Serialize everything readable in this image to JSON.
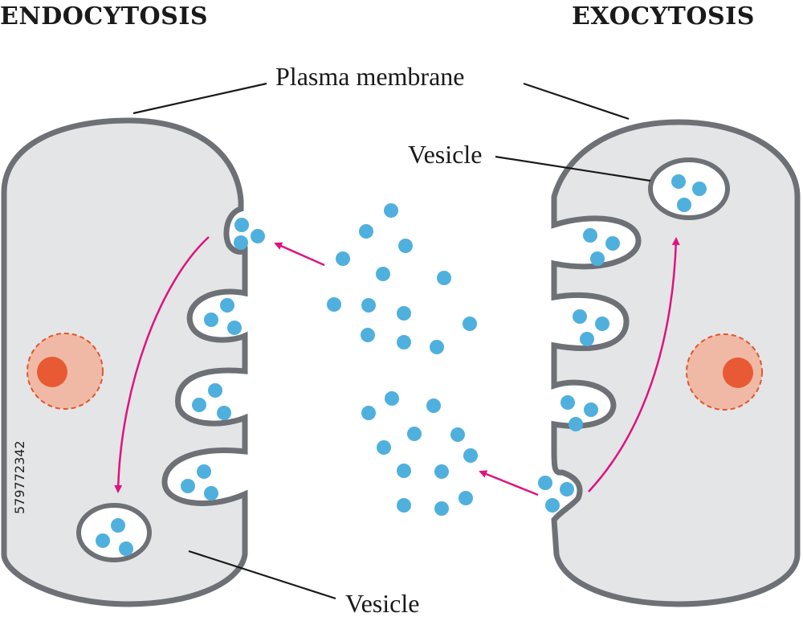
{
  "titles": {
    "left": "ENDOCYTOSIS",
    "right": "EXOCYTOSIS"
  },
  "labels": {
    "plasma_membrane": "Plasma membrane",
    "vesicle_top_right": "Vesicle",
    "vesicle_bottom": "Vesicle"
  },
  "watermark": "579772342",
  "colors": {
    "cell_fill": "#e4e5e7",
    "membrane": "#6d7176",
    "particle": "#4fb0de",
    "arrow": "#e0127f",
    "nucleus": "#e85a34",
    "nucleus_halo": "#f0b9a5"
  }
}
